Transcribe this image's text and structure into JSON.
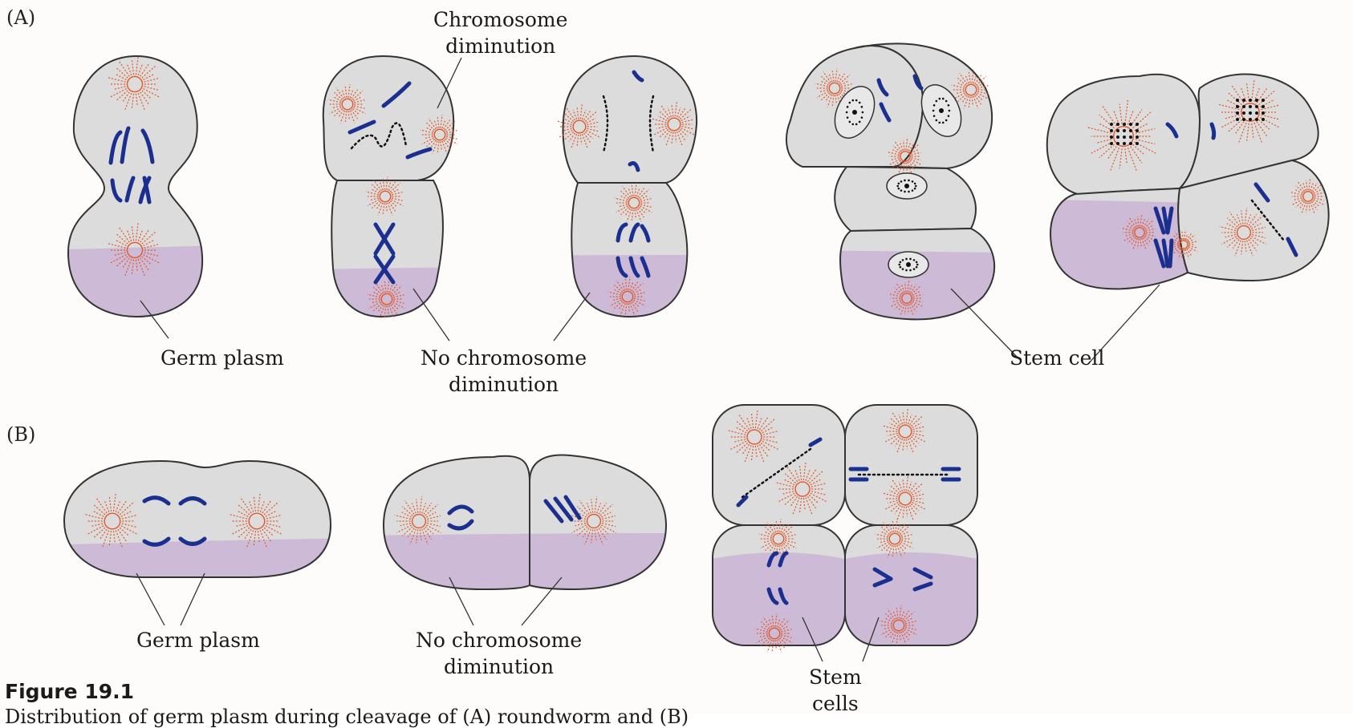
{
  "figure": {
    "panel_a": "(A)",
    "panel_b": "(B)",
    "labels": {
      "chromosome_diminution": [
        "Chromosome",
        "diminution"
      ],
      "germ_plasm_a": "Germ plasm",
      "no_diminution_a": [
        "No chromosome",
        "diminution"
      ],
      "stem_cell": "Stem cell",
      "germ_plasm_b": "Germ plasm",
      "no_diminution_b": [
        "No chromosome",
        "diminution"
      ],
      "stem_cells": [
        "Stem",
        "cells"
      ]
    },
    "caption": {
      "title": "Figure 19.1",
      "text": "Distribution of germ plasm during cleavage of (A) roundworm and (B)"
    },
    "colors": {
      "cytoplasm": "#dcdcdc",
      "germ_plasm": "#cdbad6",
      "chromosome": "#1b2f8f",
      "aster": "#e0582a",
      "outline": "#333333"
    }
  }
}
